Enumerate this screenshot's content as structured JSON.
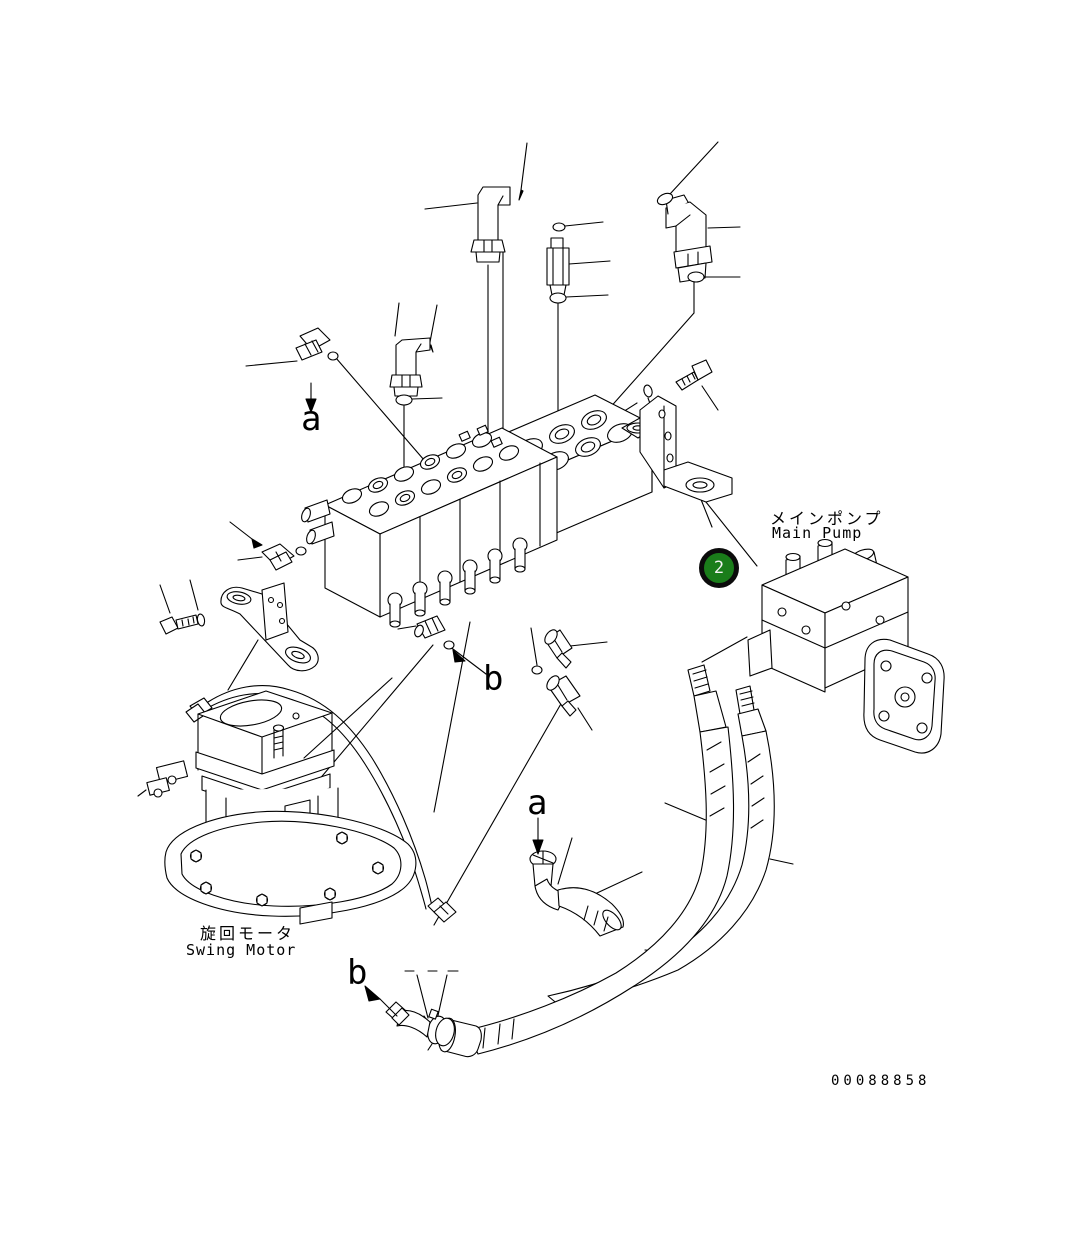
{
  "page": {
    "background": "#ffffff",
    "line_color": "#000000"
  },
  "callout": {
    "number": "2",
    "fill": "#1a7d1a",
    "ring": "#0b0b0b",
    "text_color": "#f2f2f2"
  },
  "labels": {
    "main_pump": {
      "ja": "メインポンプ",
      "en": "Main Pump"
    },
    "swing_motor": {
      "ja": "旋回モータ",
      "en": "Swing Motor"
    },
    "ref_a_valve": "a",
    "ref_a_hose": "a",
    "ref_b_valve": "b",
    "ref_b_hose": "b",
    "drawing_number": "00088858"
  }
}
